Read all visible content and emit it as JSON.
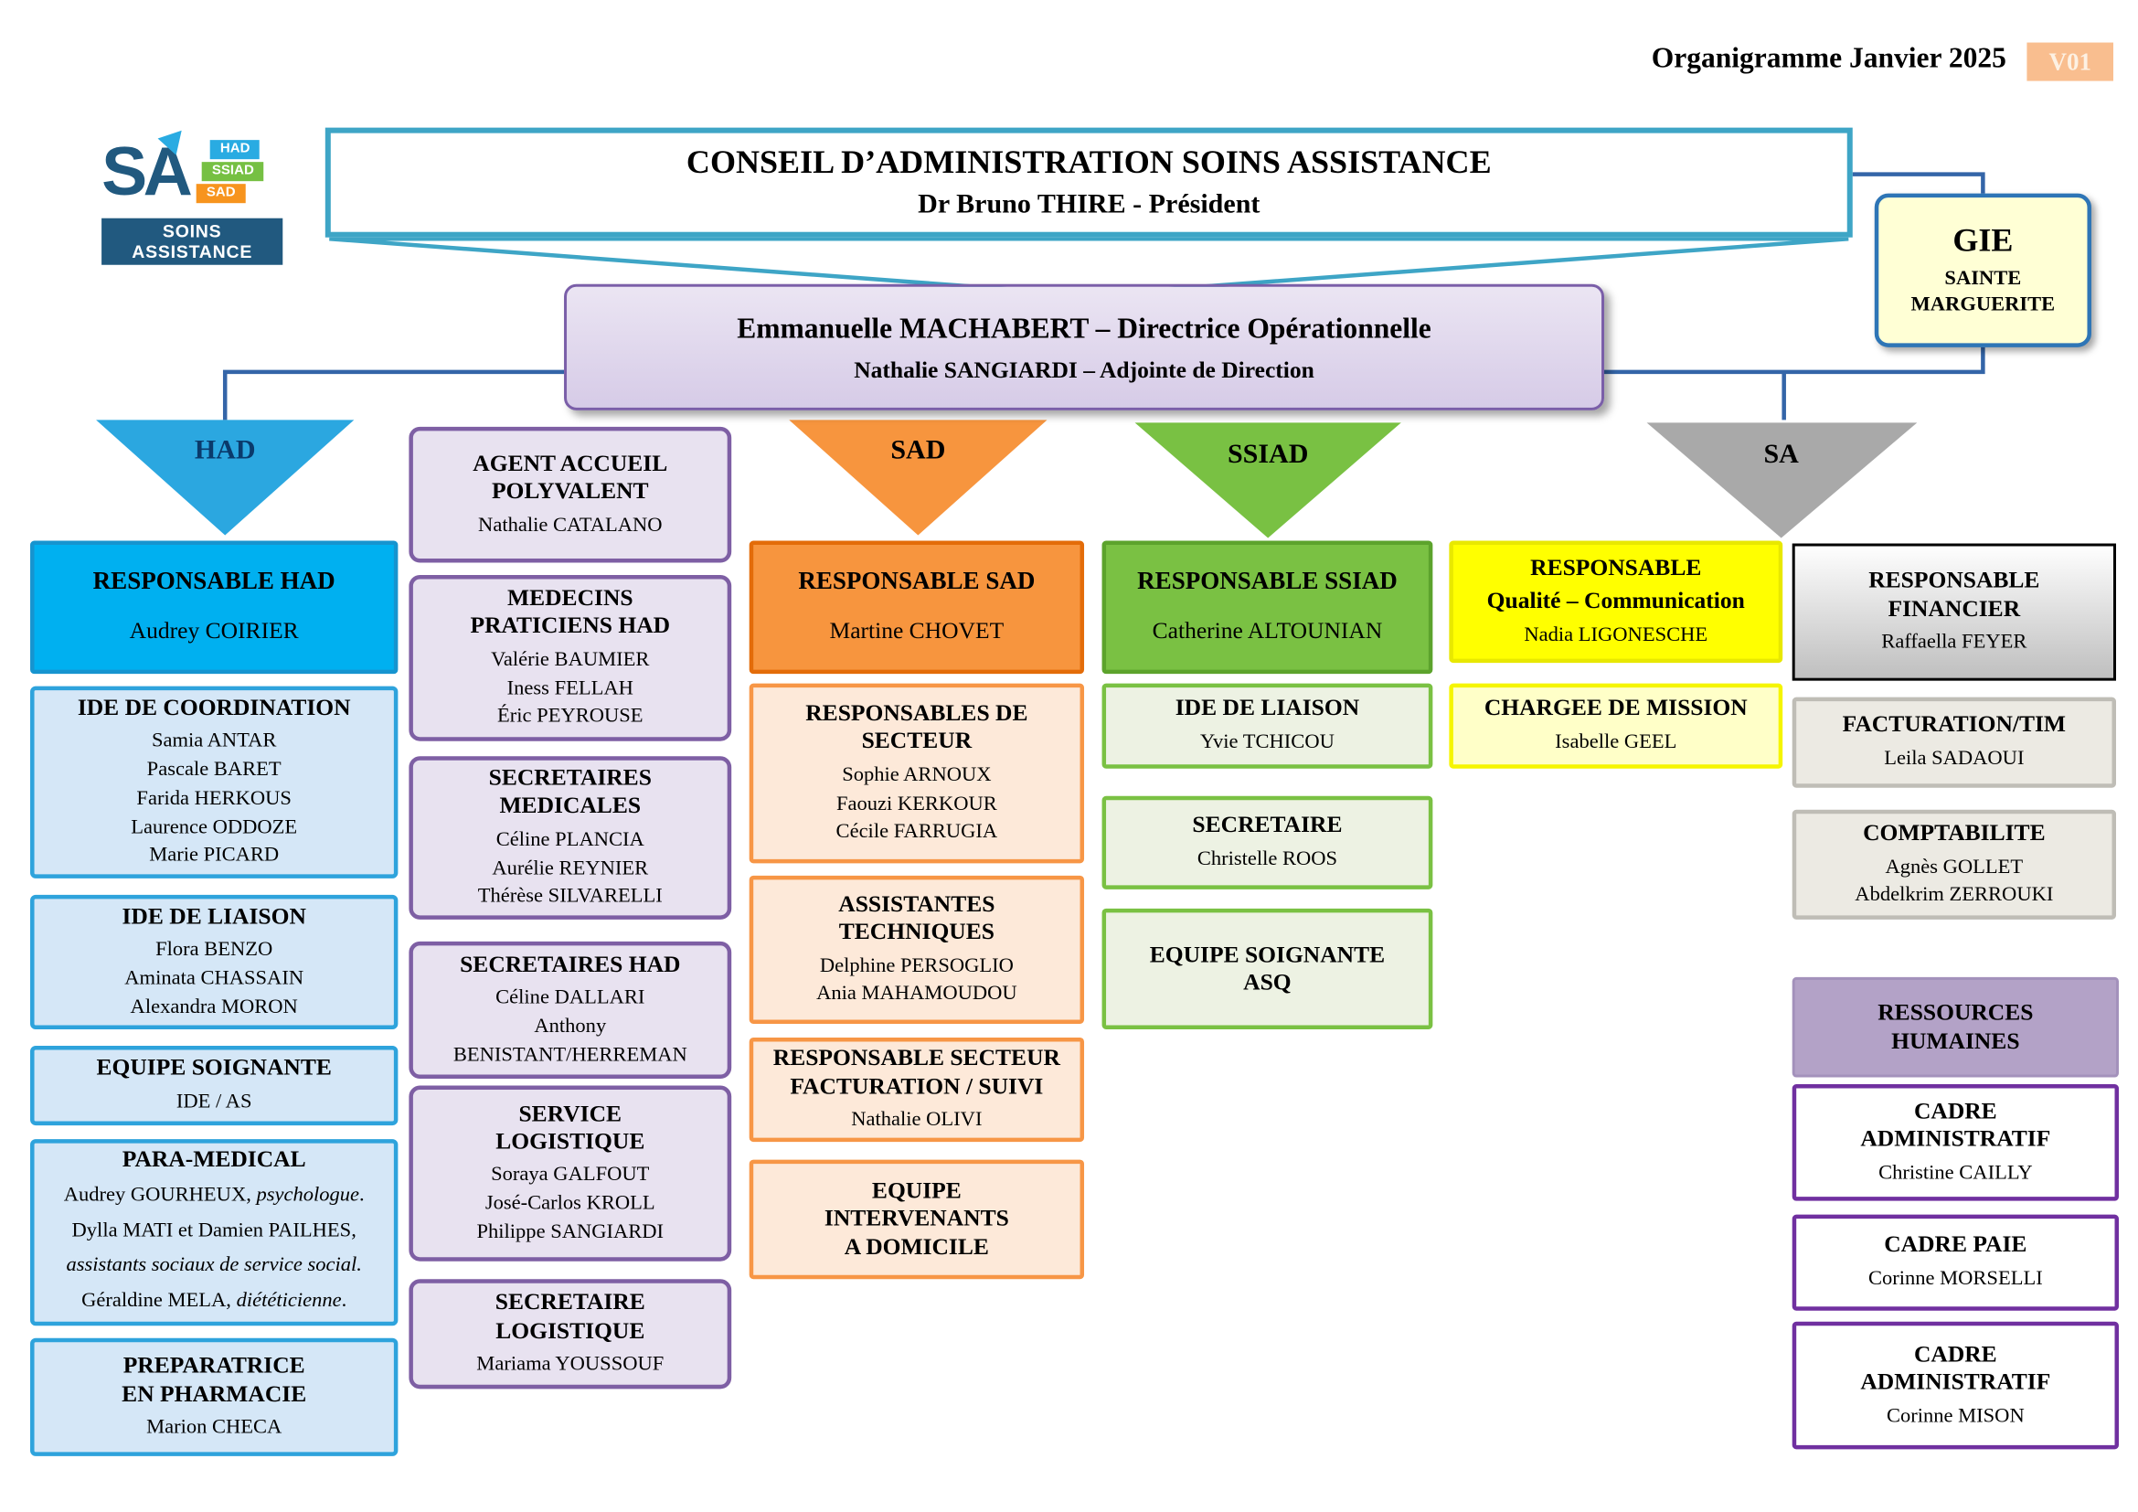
{
  "meta": {
    "title": "Organigramme Janvier 2025",
    "version": "V01"
  },
  "colors": {
    "had_blue": "#00B0F0",
    "sad_orange": "#F7953E",
    "ssiad_green": "#7AC143",
    "sa_gray": "#A9A9A9",
    "qualite_yellow": "#FFFF00",
    "support_purple": "#7E5FA4",
    "direction_lavender": "#D6CBE7",
    "conseil_teal": "#3EA5C6",
    "gie_cream": "#FFFFD5"
  },
  "logo": {
    "monogram": "SA",
    "tags": [
      "HAD",
      "SSIAD",
      "SAD"
    ],
    "banner": "SOINS ASSISTANCE"
  },
  "conseil": {
    "title": "CONSEIL D’ADMINISTRATION SOINS ASSISTANCE",
    "subtitle": "Dr Bruno THIRE - Président"
  },
  "gie": {
    "name": "GIE",
    "site": "SAINTE\nMARGUERITE"
  },
  "direction": {
    "line1": "Emmanuelle MACHABERT – Directrice Opérationnelle",
    "line2": "Nathalie SANGIARDI – Adjointe de Direction"
  },
  "branches": {
    "had": "HAD",
    "sad": "SAD",
    "ssiad": "SSIAD",
    "sa": "SA"
  },
  "had": {
    "responsable": {
      "title": "RESPONSABLE HAD",
      "names": [
        "Audrey COIRIER"
      ]
    },
    "ide_coordination": {
      "title": "IDE DE COORDINATION",
      "names": [
        "Samia ANTAR",
        "Pascale BARET",
        "Farida HERKOUS",
        "Laurence ODDOZE",
        "Marie PICARD"
      ]
    },
    "ide_liaison": {
      "title": "IDE DE LIAISON",
      "names": [
        "Flora BENZO",
        "Aminata CHASSAIN",
        "Alexandra MORON"
      ]
    },
    "equipe_soignante": {
      "title": "EQUIPE SOIGNANTE",
      "names": [
        "IDE / AS"
      ]
    },
    "para_medical": {
      "title": "PARA-MEDICAL",
      "lines": [
        [
          {
            "t": "Audrey GOURHEUX, ",
            "i": false
          },
          {
            "t": "psychologue",
            "i": true
          },
          {
            "t": ".",
            "i": false
          }
        ],
        [
          {
            "t": "Dylla MATI et Damien PAILHES,",
            "i": false
          }
        ],
        [
          {
            "t": "assistants sociaux de service social.",
            "i": true
          }
        ],
        [
          {
            "t": "Géraldine MELA, ",
            "i": false
          },
          {
            "t": "diététicienne",
            "i": true
          },
          {
            "t": ".",
            "i": false
          }
        ]
      ]
    },
    "preparatrice": {
      "title": "PREPARATRICE\nEN PHARMACIE",
      "names": [
        "Marion CHECA"
      ]
    }
  },
  "support": {
    "agent_accueil": {
      "title": "AGENT ACCUEIL\nPOLYVALENT",
      "names": [
        "Nathalie CATALANO"
      ]
    },
    "medecins": {
      "title": "MEDECINS\nPRATICIENS HAD",
      "names": [
        "Valérie BAUMIER",
        "Iness FELLAH",
        "Éric PEYROUSE"
      ]
    },
    "secretaires_medicales": {
      "title": "SECRETAIRES\nMEDICALES",
      "names": [
        "Céline PLANCIA",
        "Aurélie REYNIER",
        "Thérèse SILVARELLI"
      ]
    },
    "secretaires_had": {
      "title": "SECRETAIRES HAD",
      "names": [
        "Céline DALLARI",
        "Anthony\nBENISTANT/HERREMAN"
      ]
    },
    "service_logistique": {
      "title": "SERVICE\nLOGISTIQUE",
      "names": [
        "Soraya GALFOUT",
        "José-Carlos KROLL",
        "Philippe SANGIARDI"
      ]
    },
    "secretaire_logistique": {
      "title": "SECRETAIRE\nLOGISTIQUE",
      "names": [
        "Mariama YOUSSOUF"
      ]
    }
  },
  "sad": {
    "responsable": {
      "title": "RESPONSABLE SAD",
      "names": [
        "Martine CHOVET"
      ]
    },
    "responsables_secteur": {
      "title": "RESPONSABLES DE\nSECTEUR",
      "names": [
        "Sophie ARNOUX",
        "Faouzi KERKOUR",
        "Cécile FARRUGIA"
      ]
    },
    "assistantes_techniques": {
      "title": "ASSISTANTES\nTECHNIQUES",
      "names": [
        "Delphine PERSOGLIO",
        "Ania MAHAMOUDOU"
      ]
    },
    "resp_facturation": {
      "title": "RESPONSABLE SECTEUR\nFACTURATION / SUIVI",
      "names": [
        "Nathalie OLIVI"
      ]
    },
    "equipe_intervenants": {
      "title": "EQUIPE\nINTERVENANTS\nA DOMICILE",
      "names": []
    }
  },
  "ssiad": {
    "responsable": {
      "title": "RESPONSABLE SSIAD",
      "names": [
        "Catherine ALTOUNIAN"
      ]
    },
    "ide_liaison": {
      "title": "IDE DE LIAISON",
      "names": [
        "Yvie TCHICOU"
      ]
    },
    "secretaire": {
      "title": "SECRETAIRE",
      "names": [
        "Christelle ROOS"
      ]
    },
    "equipe_asq": {
      "title": "EQUIPE SOIGNANTE\nASQ",
      "names": []
    }
  },
  "qualite": {
    "responsable": {
      "title": "RESPONSABLE",
      "subtitle": "Qualité – Communication",
      "names": [
        "Nadia LIGONESCHE"
      ]
    },
    "chargee_mission": {
      "title": "CHARGEE DE MISSION",
      "names": [
        "Isabelle GEEL"
      ]
    }
  },
  "finance": {
    "responsable": {
      "title": "RESPONSABLE\nFINANCIER",
      "names": [
        "Raffaella FEYER"
      ]
    },
    "facturation": {
      "title": "FACTURATION/TIM",
      "names": [
        "Leila SADAOUI"
      ]
    },
    "comptabilite": {
      "title": "COMPTABILITE",
      "names": [
        "Agnès GOLLET",
        "Abdelkrim ZERROUKI"
      ]
    }
  },
  "rh": {
    "header": {
      "title": "RESSOURCES\nHUMAINES"
    },
    "cadre_admin_1": {
      "title": "CADRE\nADMINISTRATIF",
      "names": [
        "Christine CAILLY"
      ]
    },
    "cadre_paie": {
      "title": "CADRE PAIE",
      "names": [
        "Corinne MORSELLI"
      ]
    },
    "cadre_admin_2": {
      "title": "CADRE\nADMINISTRATIF",
      "names": [
        "Corinne MISON"
      ]
    }
  }
}
